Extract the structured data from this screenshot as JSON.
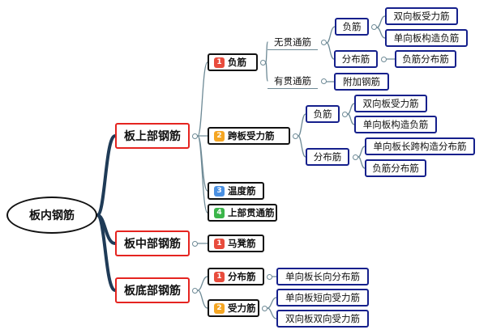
{
  "root": "板内钢筋",
  "level1": [
    {
      "label": "板上部钢筋"
    },
    {
      "label": "板中部钢筋"
    },
    {
      "label": "板底部钢筋"
    }
  ],
  "level2": [
    {
      "label": "负筋",
      "badge": "1",
      "badge_color": "#e84c3d"
    },
    {
      "label": "跨板受力筋",
      "badge": "2",
      "badge_color": "#f5a623"
    },
    {
      "label": "温度筋",
      "badge": "3",
      "badge_color": "#4a90e2"
    },
    {
      "label": "上部贯通筋",
      "badge": "4",
      "badge_color": "#3bb54a"
    },
    {
      "label": "马凳筋",
      "badge": "1",
      "badge_color": "#e84c3d"
    },
    {
      "label": "分布筋",
      "badge": "1",
      "badge_color": "#e84c3d"
    },
    {
      "label": "受力筋",
      "badge": "2",
      "badge_color": "#f5a623"
    }
  ],
  "level3": {
    "wu_guan_tong": "无贯通筋",
    "you_guan_tong": "有贯通筋",
    "fu_jin_a": "负筋",
    "fen_bu_a": "分布筋",
    "fu_jin_b": "负筋",
    "fen_bu_b": "分布筋"
  },
  "leaves": {
    "shuang_xiang_shou_li_a": "双向板受力筋",
    "dan_xiang_gou_zao_fu_a": "单向板构造负筋",
    "fu_jin_fen_bu_a": "负筋分布筋",
    "fu_jia_gang_jin": "附加钢筋",
    "shuang_xiang_shou_li_b": "双向板受力筋",
    "dan_xiang_gou_zao_fu_b": "单向板构造负筋",
    "dan_xiang_chang_kua": "单向板长跨构造分布筋",
    "fu_jin_fen_bu_b": "负筋分布筋",
    "dan_xiang_chang_xiang_fen_bu": "单向板长向分布筋",
    "dan_xiang_duan_xiang_shou_li": "单向板短向受力筋",
    "shuang_xiang_shuang_xiang_shou_li": "双向板双向受力筋"
  },
  "colors": {
    "root_border": "#111111",
    "level1_border": "#e52420",
    "leaf_border": "#15208c",
    "main_link": "#1f3b57",
    "link": "#6e8a96"
  }
}
